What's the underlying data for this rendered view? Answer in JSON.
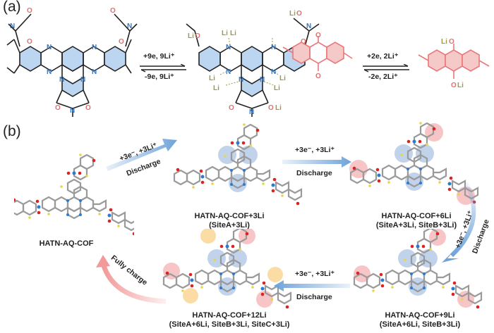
{
  "panel_a": {
    "label": "(a)",
    "reaction1": {
      "forward": "+9e, 9Li⁺",
      "reverse": "-9e, 9Li⁺",
      "reactant": "HATN-imide core",
      "product": "lithiated HATN-imide core"
    },
    "reaction2": {
      "forward": "+2e, 2Li⁺",
      "reverse": "-2e, 2Li⁺",
      "reactant": "anthraquinone unit",
      "product": "lithiated anthraquinone unit"
    },
    "atoms": {
      "N": "N",
      "O": "O",
      "Li": "Li",
      "LiO": "LiO",
      "OLi": "OLi"
    },
    "colors": {
      "nitrogen": "#2a7bd1",
      "oxygen": "#e07070",
      "lithium": "#a09a3a",
      "aq_ring": "#e8787a",
      "aromatic_fill": "#bcd6f2"
    }
  },
  "panel_b": {
    "label": "(b)",
    "states": [
      {
        "name": "HATN-AQ-COF",
        "sites": ""
      },
      {
        "name": "HATN-AQ-COF+3Li",
        "sites": "(SiteA+3Li)"
      },
      {
        "name": "HATN-AQ-COF+6Li",
        "sites": "(SiteA+3Li, SiteB+3Li)"
      },
      {
        "name": "HATN-AQ-COF+9Li",
        "sites": "(SiteA+6Li, SiteB+3Li)"
      },
      {
        "name": "HATN-AQ-COF+12Li",
        "sites": "(SiteA+6Li, SiteB+3Li, SiteC+3Li)"
      }
    ],
    "arrows": [
      {
        "top": "+3e⁻, +3Li⁺",
        "bottom": "Discharge"
      },
      {
        "top": "+3e⁻, +3Li⁺",
        "bottom": "Discharge"
      },
      {
        "top": "+3e⁻, +3Li⁺",
        "bottom": "Discharge"
      },
      {
        "top": "+3e⁻, +3Li⁺",
        "bottom": "Discharge"
      },
      {
        "top": "Fully charge",
        "bottom": ""
      }
    ],
    "site_colors": {
      "siteA": "#8fb0dc",
      "siteB": "#f08c8c",
      "siteC": "#f6c05a",
      "discharge_arrow": "#6fa3d9",
      "charge_arrow": "#f29a9a"
    }
  }
}
